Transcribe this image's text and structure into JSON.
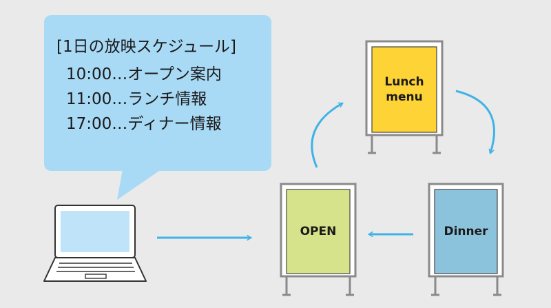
{
  "schedule": {
    "heading": "[1日の放映スケジュール]",
    "items": [
      "10:00…オープン案内",
      "11:00…ランチ情報",
      "17:00…ディナー情報"
    ]
  },
  "signs": {
    "lunch": {
      "label": "Lunch\nmenu",
      "color": "#fdd335"
    },
    "open": {
      "label": "OPEN",
      "color": "#d6e38a"
    },
    "dinner": {
      "label": "Dinner",
      "color": "#8cc3dc"
    }
  },
  "colors": {
    "background": "#eaeaea",
    "bubble": "#a9daf5",
    "arrow": "#3fb3e8",
    "laptop_screen": "#bfe3f8",
    "frame": "#8a8a8a"
  }
}
